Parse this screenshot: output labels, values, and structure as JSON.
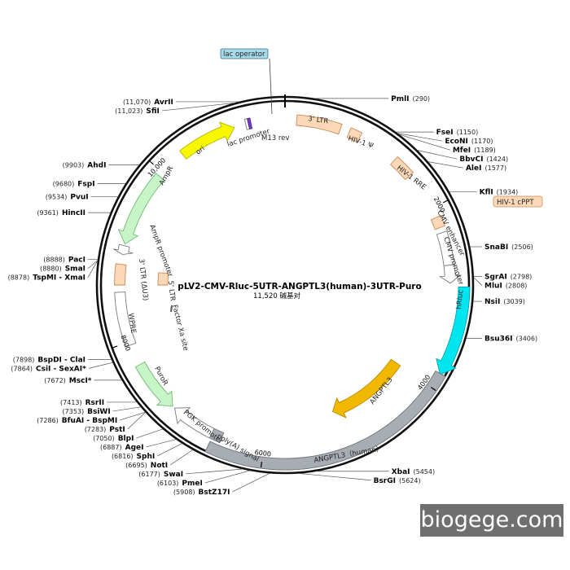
{
  "title": "pLV2-CMV-Rluc-5UTR-ANGPTL3(human)-3UTR-Puro",
  "subtitle": "11,520 碱基对",
  "watermark": "biogege.com",
  "ticks": [
    {
      "label": "2000",
      "pos": 2000
    },
    {
      "label": "4000",
      "pos": 4000
    },
    {
      "label": "6000",
      "pos": 6000
    },
    {
      "label": "8000",
      "pos": 8000
    },
    {
      "label": "10,000",
      "pos": 10000
    }
  ],
  "features": [
    {
      "name": "3' LTR",
      "start": 130,
      "end": 625,
      "color": "#fbd9b8",
      "stroke": "#c98a55",
      "r": 203,
      "w": 13,
      "dir": 0
    },
    {
      "name": "HIV-1 Ψ",
      "start": 730,
      "end": 860,
      "color": "#fbd9b8",
      "stroke": "#c98a55",
      "r": 203,
      "w": 13,
      "dir": 0
    },
    {
      "name": "HIV-1 RRE",
      "start": 1320,
      "end": 1560,
      "color": "#fbd9b8",
      "stroke": "#c98a55",
      "r": 203,
      "w": 13,
      "dir": 0
    },
    {
      "name": "HIV-1 cPPT",
      "start": 2110,
      "end": 2230,
      "color": "#fbd9b8",
      "stroke": "#c98a55",
      "r": 203,
      "w": 13,
      "dir": 0
    },
    {
      "name": "CMV enhancer",
      "start": 2290,
      "end": 2660,
      "color": "#ffffff",
      "stroke": "#7a7a7a",
      "r": 203,
      "w": 13,
      "dir": 0
    },
    {
      "name": "CMV promoter",
      "start": 2660,
      "end": 2860,
      "color": "#ffffff",
      "stroke": "#7a7a7a",
      "r": 203,
      "w": 13,
      "dir": 1
    },
    {
      "name": "hRluc",
      "start": 2900,
      "end": 3840,
      "color": "#00e5f0",
      "stroke": "#00a5b0",
      "r": 220,
      "w": 14,
      "dir": 1
    },
    {
      "name": "ANGPTL3",
      "start": 4000,
      "end": 5100,
      "color": "#f2b800",
      "stroke": "#b88a00",
      "r": 166,
      "w": 14,
      "dir": 1
    },
    {
      "name": "ANGPTL3 (human)",
      "start": 3830,
      "end": 6580,
      "color": "#a7adb3",
      "stroke": "#6f767d",
      "r": 220,
      "w": 14,
      "dir": 0
    },
    {
      "name": "poly(A) signal",
      "start": 6480,
      "end": 6600,
      "color": "#a7adb3",
      "stroke": "#6f767d",
      "r": 203,
      "w": 13,
      "dir": 0
    },
    {
      "name": "PGK promoter",
      "start": 6600,
      "end": 7100,
      "color": "#ffffff",
      "stroke": "#7a7a7a",
      "r": 203,
      "w": 13,
      "dir": 1
    },
    {
      "name": "PuroR",
      "start": 7130,
      "end": 7720,
      "color": "#c8f5c8",
      "stroke": "#6fba6f",
      "r": 203,
      "w": 13,
      "dir": -1
    },
    {
      "name": "WPRE",
      "start": 7960,
      "end": 8560,
      "color": "#ffffff",
      "stroke": "#7a7a7a",
      "r": 203,
      "w": 13,
      "dir": 0
    },
    {
      "name": "3' LTR (ΔU3)",
      "start": 8640,
      "end": 8870,
      "color": "#fbd9b8",
      "stroke": "#c98a55",
      "r": 203,
      "w": 13,
      "dir": 0
    },
    {
      "name": "5' LTR",
      "start": 8640,
      "end": 8820,
      "color": "#fbd9b8",
      "stroke": "#c98a55",
      "r": 150,
      "w": 12,
      "dir": 0
    },
    {
      "name": "AmpR promoter",
      "start": 8980,
      "end": 9080,
      "color": "#ffffff",
      "stroke": "#7a7a7a",
      "r": 203,
      "w": 13,
      "dir": -1
    },
    {
      "name": "AmpR",
      "start": 9100,
      "end": 9950,
      "color": "#c8f5c8",
      "stroke": "#6fba6f",
      "r": 203,
      "w": 13,
      "dir": -1
    },
    {
      "name": "ori",
      "start": 10300,
      "end": 10950,
      "color": "#f7f700",
      "stroke": "#b5b500",
      "r": 203,
      "w": 13,
      "dir": 1
    },
    {
      "name": "lac promoter",
      "start": 11080,
      "end": 11110,
      "color": "#ffffff",
      "stroke": "#7a7a7a",
      "r": 203,
      "w": 13,
      "dir": 0
    },
    {
      "name": "M13 rev",
      "start": 11112,
      "end": 11140,
      "color": "#7b3fd0",
      "stroke": "#4b1f90",
      "r": 203,
      "w": 13,
      "dir": 0
    }
  ],
  "feature_labels": [
    {
      "text": "3' LTR",
      "key": "3ltr"
    },
    {
      "text": "HIV-1 Ψ",
      "key": "psi"
    },
    {
      "text": "HIV-1 RRE",
      "key": "rre"
    },
    {
      "text": "HIV-1 cPPT",
      "key": "cppt"
    },
    {
      "text": "CMV enhancer",
      "key": "cmvenh"
    },
    {
      "text": "CMV promoter",
      "key": "cmvpro"
    },
    {
      "text": "hRluc",
      "key": "hrluc"
    },
    {
      "text": "ANGPTL3",
      "key": "angptl3"
    },
    {
      "text": "ANGPTL3（human）",
      "key": "angptl3h"
    },
    {
      "text": "poly(A) signal",
      "key": "polya"
    },
    {
      "text": "PGK promoter",
      "key": "pgk"
    },
    {
      "text": "PuroR",
      "key": "puror"
    },
    {
      "text": "WPRE",
      "key": "wpre"
    },
    {
      "text": "3' LTR (ΔU3)",
      "key": "3ltrdu3"
    },
    {
      "text": "5' LTR",
      "key": "5ltr"
    },
    {
      "text": "AmpR promoter",
      "key": "amppro"
    },
    {
      "text": "AmpR",
      "key": "ampr"
    },
    {
      "text": "ori",
      "key": "ori"
    },
    {
      "text": "lac promoter",
      "key": "lacpro"
    },
    {
      "text": "M13 rev",
      "key": "m13"
    },
    {
      "text": "lac operator",
      "key": "lacop"
    },
    {
      "text": "Factor Xa site",
      "key": "fxa"
    }
  ],
  "sites": [
    {
      "name": "PmlI",
      "pos": "(290)",
      "bp": 290,
      "side": "right"
    },
    {
      "name": "FseI",
      "pos": "(1150)",
      "bp": 1150,
      "side": "right"
    },
    {
      "name": "EcoNI",
      "pos": "(1170)",
      "bp": 1170,
      "side": "right"
    },
    {
      "name": "MfeI",
      "pos": "(1189)",
      "bp": 1189,
      "side": "right"
    },
    {
      "name": "BbvCI",
      "pos": "(1424)",
      "bp": 1424,
      "side": "right"
    },
    {
      "name": "AleI",
      "pos": "(1577)",
      "bp": 1577,
      "side": "right"
    },
    {
      "name": "KflI",
      "pos": "(1934)",
      "bp": 1934,
      "side": "right"
    },
    {
      "name": "SnaBI",
      "pos": "(2506)",
      "bp": 2506,
      "side": "right"
    },
    {
      "name": "SgrAI",
      "pos": "(2798)",
      "bp": 2798,
      "side": "right"
    },
    {
      "name": "MluI",
      "pos": "(2808)",
      "bp": 2808,
      "side": "right"
    },
    {
      "name": "NsiI",
      "pos": "(3039)",
      "bp": 3039,
      "side": "right"
    },
    {
      "name": "Bsu36I",
      "pos": "(3406)",
      "bp": 3406,
      "side": "right"
    },
    {
      "name": "XbaI",
      "pos": "(5454)",
      "bp": 5454,
      "side": "right"
    },
    {
      "name": "BsrGI",
      "pos": "(5624)",
      "bp": 5624,
      "side": "right"
    },
    {
      "name": "BstZ17I",
      "pos": "(5908)",
      "bp": 5908,
      "side": "left"
    },
    {
      "name": "PmeI",
      "pos": "(6103)",
      "bp": 6103,
      "side": "left"
    },
    {
      "name": "SwaI",
      "pos": "(6177)",
      "bp": 6177,
      "side": "left"
    },
    {
      "name": "NotI",
      "pos": "(6695)",
      "bp": 6695,
      "side": "left"
    },
    {
      "name": "SphI",
      "pos": "(6816)",
      "bp": 6816,
      "side": "left"
    },
    {
      "name": "AgeI",
      "pos": "(6887)",
      "bp": 6887,
      "side": "left"
    },
    {
      "name": "BlpI",
      "pos": "(7050)",
      "bp": 7050,
      "side": "left"
    },
    {
      "name": "PstI",
      "pos": "(7283)",
      "bp": 7283,
      "side": "left"
    },
    {
      "name": "BfuAI - BspMI",
      "pos": "(7286)",
      "bp": 7286,
      "side": "left"
    },
    {
      "name": "BsiWI",
      "pos": "(7353)",
      "bp": 7353,
      "side": "left"
    },
    {
      "name": "RsrII",
      "pos": "(7413)",
      "bp": 7413,
      "side": "left"
    },
    {
      "name": "MscI*",
      "pos": "(7672)",
      "bp": 7672,
      "side": "left",
      "gray": true
    },
    {
      "name": "CsiI - SexAI*",
      "pos": "(7864)",
      "bp": 7864,
      "side": "left",
      "partGray": true
    },
    {
      "name": "BspDI - ClaI",
      "pos": "(7898)",
      "bp": 7898,
      "side": "left"
    },
    {
      "name": "TspMI - XmaI",
      "pos": "(8878)",
      "bp": 8878,
      "side": "left"
    },
    {
      "name": "SmaI",
      "pos": "(8880)",
      "bp": 8880,
      "side": "left"
    },
    {
      "name": "PacI",
      "pos": "(8888)",
      "bp": 8888,
      "side": "left"
    },
    {
      "name": "HincII",
      "pos": "(9361)",
      "bp": 9361,
      "side": "left"
    },
    {
      "name": "PvuI",
      "pos": "(9534)",
      "bp": 9534,
      "side": "left"
    },
    {
      "name": "FspI",
      "pos": "(9680)",
      "bp": 9680,
      "side": "left"
    },
    {
      "name": "AhdI",
      "pos": "(9903)",
      "bp": 9903,
      "side": "left"
    },
    {
      "name": "SfiI",
      "pos": "(11,023)",
      "bp": 11023,
      "side": "left"
    },
    {
      "name": "AvrII",
      "pos": "(11,070)",
      "bp": 11070,
      "side": "left"
    }
  ]
}
